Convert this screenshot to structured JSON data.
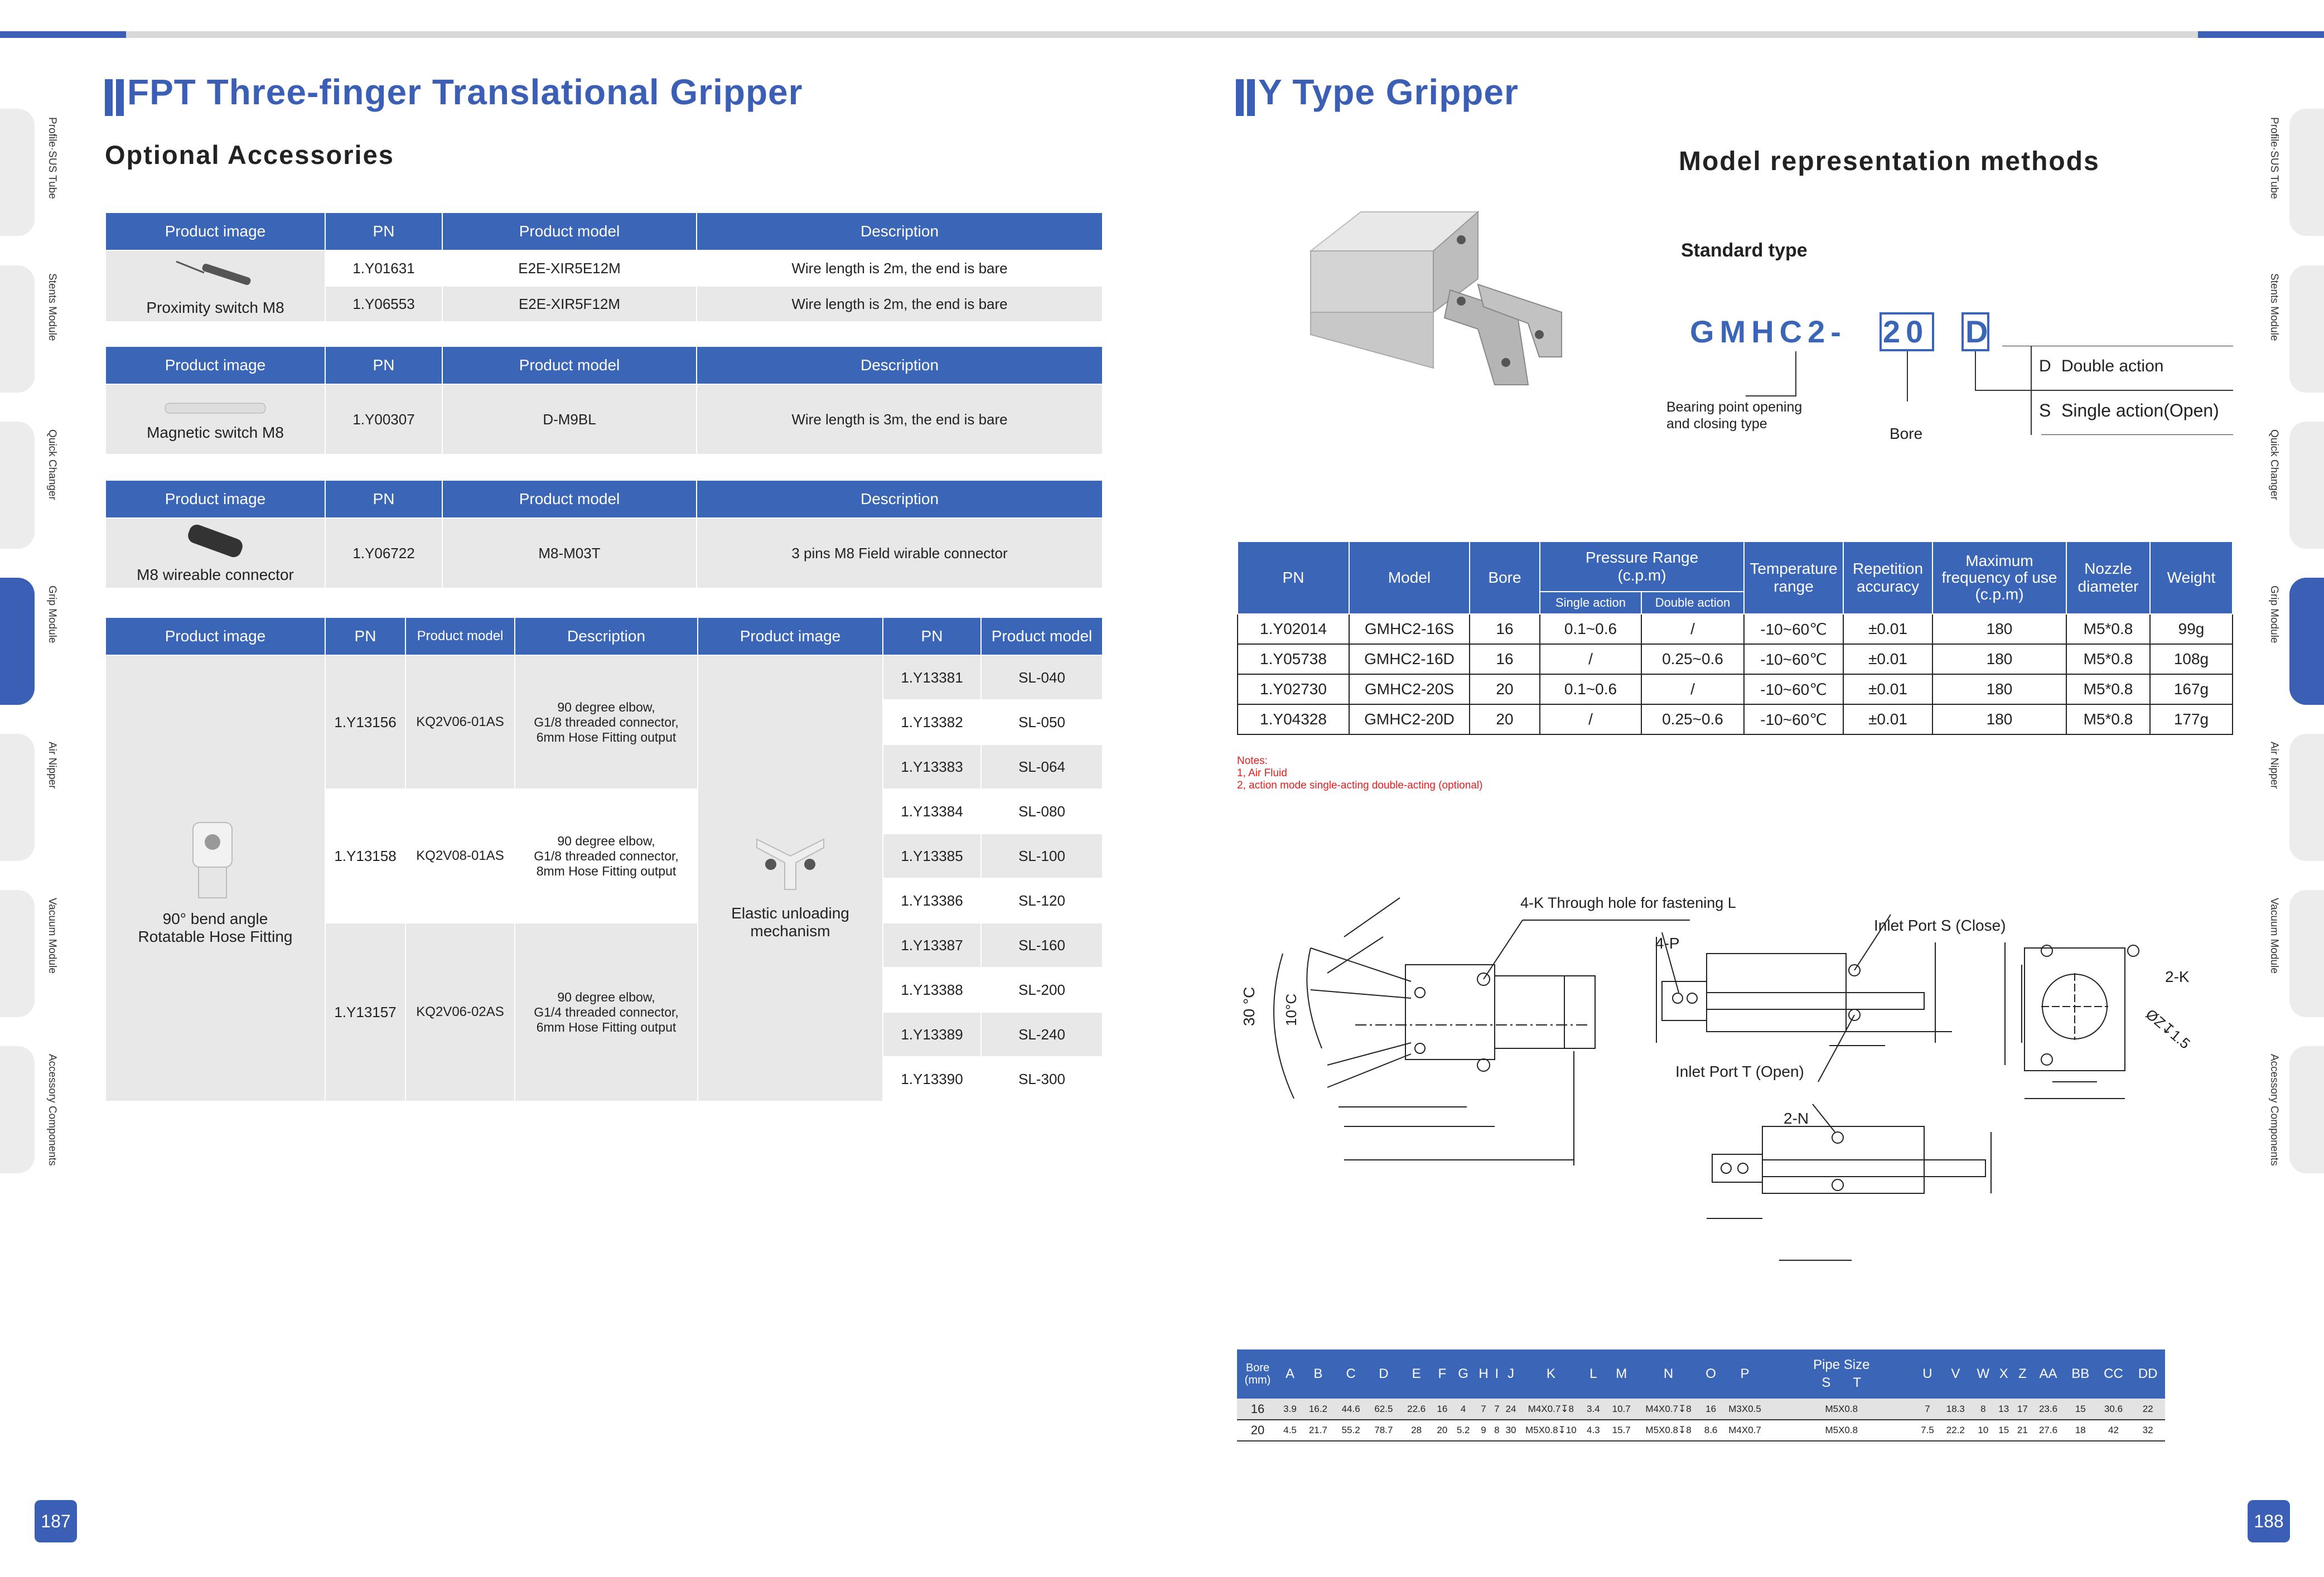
{
  "left_page": {
    "title": "FPT Three-finger Translational Gripper",
    "subtitle": "Optional Accessories",
    "page_number": "187",
    "side_tabs": [
      "Profile·SUS Tube",
      "Stents Module",
      "Quick Changer",
      "Grip Module",
      "Air Nipper",
      "Vacuum Module",
      "Accessory Components"
    ],
    "headers": {
      "image": "Product image",
      "pn": "PN",
      "model": "Product model",
      "desc": "Description"
    },
    "table1": {
      "caption": "Proximity switch M8",
      "rows": [
        {
          "pn": "1.Y01631",
          "model": "E2E-XIR5E12M",
          "desc": "Wire length is 2m, the end is bare"
        },
        {
          "pn": "1.Y06553",
          "model": "E2E-XIR5F12M",
          "desc": "Wire length is 2m, the end is bare"
        }
      ]
    },
    "table2": {
      "caption": "Magnetic switch M8",
      "pn": "1.Y00307",
      "model": "D-M9BL",
      "desc": "Wire length is 3m, the end is bare"
    },
    "table3": {
      "caption": "M8 wireable connector",
      "pn": "1.Y06722",
      "model": "M8-M03T",
      "desc": "3 pins M8 Field wirable connector"
    },
    "table4": {
      "caption1": "90° bend angle",
      "caption2": "Rotatable Hose Fitting",
      "rows": [
        {
          "pn": "1.Y13156",
          "model": "KQ2V06-01AS",
          "desc1": "90 degree elbow,",
          "desc2": "G1/8 threaded connector,",
          "desc3": "6mm  Hose Fitting output"
        },
        {
          "pn": "1.Y13158",
          "model": "KQ2V08-01AS",
          "desc1": "90 degree elbow,",
          "desc2": "G1/8 threaded connector,",
          "desc3": "8mm  Hose Fitting output"
        },
        {
          "pn": "1.Y13157",
          "model": "KQ2V06-02AS",
          "desc1": "90 degree elbow,",
          "desc2": "G1/4 threaded connector,",
          "desc3": "6mm  Hose Fitting output"
        }
      ],
      "caption_right1": "Elastic unloading",
      "caption_right2": "mechanism",
      "right_rows": [
        {
          "pn": "1.Y13381",
          "model": "SL-040"
        },
        {
          "pn": "1.Y13382",
          "model": "SL-050"
        },
        {
          "pn": "1.Y13383",
          "model": "SL-064"
        },
        {
          "pn": "1.Y13384",
          "model": "SL-080"
        },
        {
          "pn": "1.Y13385",
          "model": "SL-100"
        },
        {
          "pn": "1.Y13386",
          "model": "SL-120"
        },
        {
          "pn": "1.Y13387",
          "model": "SL-160"
        },
        {
          "pn": "1.Y13388",
          "model": "SL-200"
        },
        {
          "pn": "1.Y13389",
          "model": "SL-240"
        },
        {
          "pn": "1.Y13390",
          "model": "SL-300"
        }
      ]
    }
  },
  "right_page": {
    "title": "Y Type Gripper",
    "subtitle": "Model representation methods",
    "page_number": "188",
    "standard_type": "Standard type",
    "code": {
      "prefix": "GMHC2-",
      "bore": "20",
      "type": "D"
    },
    "code_labels": {
      "bearing1": "Bearing point opening",
      "bearing2": "and closing type",
      "bore": "Bore",
      "d_key": "D",
      "d_val": "Double action",
      "s_key": "S",
      "s_val": "Single action(Open)"
    },
    "spec_headers": {
      "pn": "PN",
      "model": "Model",
      "bore": "Bore",
      "pressure": "Pressure Range",
      "pressure_unit": "(c.p.m)",
      "single": "Single action",
      "double": "Double action",
      "temp1": "Temperature",
      "temp2": "range",
      "rep1": "Repetition",
      "rep2": "accuracy",
      "freq1": "Maximum",
      "freq2": "frequency of use",
      "freq3": "(c.p.m)",
      "nozzle1": "Nozzle",
      "nozzle2": "diameter",
      "weight": "Weight"
    },
    "spec_rows": [
      {
        "pn": "1.Y02014",
        "model": "GMHC2-16S",
        "bore": "16",
        "single": "0.1~0.6",
        "double": "/",
        "temp": "-10~60℃",
        "rep": "±0.01",
        "freq": "180",
        "nozzle": "M5*0.8",
        "weight": "99g"
      },
      {
        "pn": "1.Y05738",
        "model": "GMHC2-16D",
        "bore": "16",
        "single": "/",
        "double": "0.25~0.6",
        "temp": "-10~60℃",
        "rep": "±0.01",
        "freq": "180",
        "nozzle": "M5*0.8",
        "weight": "108g"
      },
      {
        "pn": "1.Y02730",
        "model": "GMHC2-20S",
        "bore": "20",
        "single": "0.1~0.6",
        "double": "/",
        "temp": "-10~60℃",
        "rep": "±0.01",
        "freq": "180",
        "nozzle": "M5*0.8",
        "weight": "167g"
      },
      {
        "pn": "1.Y04328",
        "model": "GMHC2-20D",
        "bore": "20",
        "single": "/",
        "double": "0.25~0.6",
        "temp": "-10~60℃",
        "rep": "±0.01",
        "freq": "180",
        "nozzle": "M5*0.8",
        "weight": "177g"
      }
    ],
    "notes": [
      "Notes:",
      "1, Air Fluid",
      "2, action mode single-acting double-acting (optional)"
    ],
    "drawing_labels": {
      "through_hole": "4-K Through hole for fastening L",
      "inlet_s": "Inlet Port S (Close)",
      "inlet_t": "Inlet Port T (Open)",
      "p4": "4-P",
      "n2": "2-N",
      "k2": "2-K",
      "phiz": "ØZ↧1.5",
      "a30": "30 °C",
      "a10": "10°C"
    },
    "dim_headers": [
      "Bore\n(mm)",
      "A",
      "B",
      "C",
      "D",
      "E",
      "F",
      "G",
      "H",
      "I",
      "J",
      "K",
      "L",
      "M",
      "N",
      "O",
      "P",
      "Pipe Size",
      "U",
      "V",
      "W",
      "X",
      "Z",
      "AA",
      "BB",
      "CC",
      "DD"
    ],
    "dim_pipe_sub": [
      "S",
      "T"
    ],
    "dim_rows": [
      [
        "16",
        "3.9",
        "16.2",
        "44.6",
        "62.5",
        "22.6",
        "16",
        "4",
        "7",
        "7",
        "24",
        "M4X0.7↧8",
        "3.4",
        "10.7",
        "M4X0.7↧8",
        "16",
        "M3X0.5",
        "M5X0.8",
        "7",
        "18.3",
        "8",
        "13",
        "17",
        "23.6",
        "15",
        "30.6",
        "22"
      ],
      [
        "20",
        "4.5",
        "21.7",
        "55.2",
        "78.7",
        "28",
        "20",
        "5.2",
        "9",
        "8",
        "30",
        "M5X0.8↧10",
        "4.3",
        "15.7",
        "M5X0.8↧8",
        "8.6",
        "M4X0.7",
        "M5X0.8",
        "7.5",
        "22.2",
        "10",
        "15",
        "21",
        "27.6",
        "18",
        "42",
        "32"
      ]
    ]
  },
  "colors": {
    "accent": "#3b66b8",
    "notes": "#e01e1e",
    "row_gray": "#e8e8e8"
  }
}
